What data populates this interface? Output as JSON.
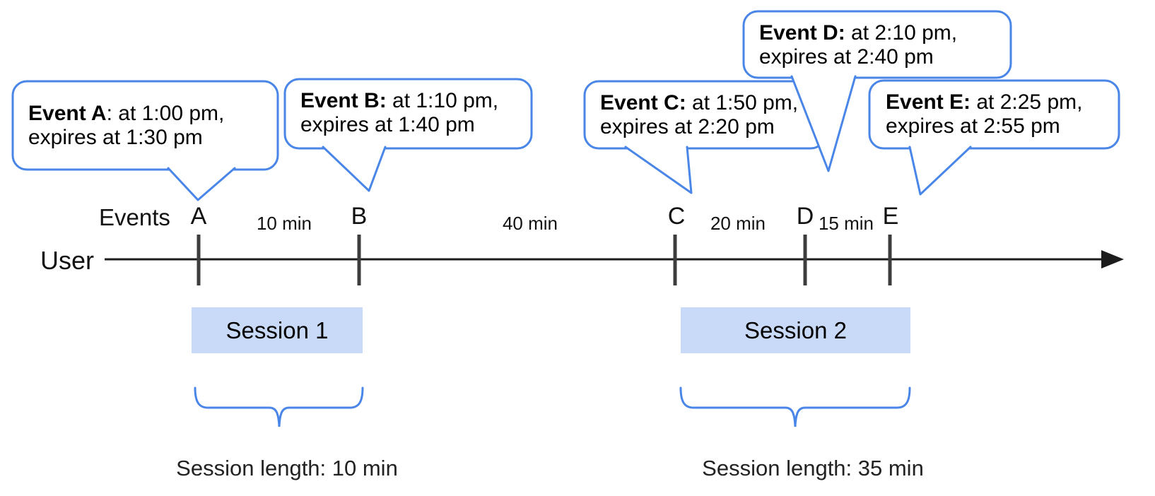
{
  "bubbles": [
    {
      "event": "A",
      "bold": "Event A",
      "rest": ": at 1:00 pm,",
      "line2": "expires at 1:30 pm"
    },
    {
      "event": "B",
      "bold": "Event B:",
      "rest": " at 1:10 pm,",
      "line2": "expires at 1:40 pm"
    },
    {
      "event": "C",
      "bold": "Event C:",
      "rest": " at 1:50 pm,",
      "line2": "expires at 2:20 pm"
    },
    {
      "event": "D",
      "bold": "Event D:",
      "rest": " at 2:10 pm,",
      "line2": "expires at 2:40 pm"
    },
    {
      "event": "E",
      "bold": "Event E:",
      "rest": " at 2:25 pm,",
      "line2": "expires at 2:55 pm"
    }
  ],
  "timeline": {
    "axis_label": "Events",
    "user_label": "User",
    "ticks": [
      "A",
      "B",
      "C",
      "D",
      "E"
    ],
    "intervals": [
      "10 min",
      "40 min",
      "20 min",
      "15 min"
    ]
  },
  "sessions": [
    {
      "label": "Session 1",
      "length": "Session length: 10 min"
    },
    {
      "label": "Session 2",
      "length": "Session length: 35 min"
    }
  ],
  "colors": {
    "accent_blue": "#4a86e8",
    "session_fill": "#c9daf8",
    "tick_gray": "#3d3d3d",
    "axis_black": "#1c1c1c",
    "text_black": "#111111"
  }
}
